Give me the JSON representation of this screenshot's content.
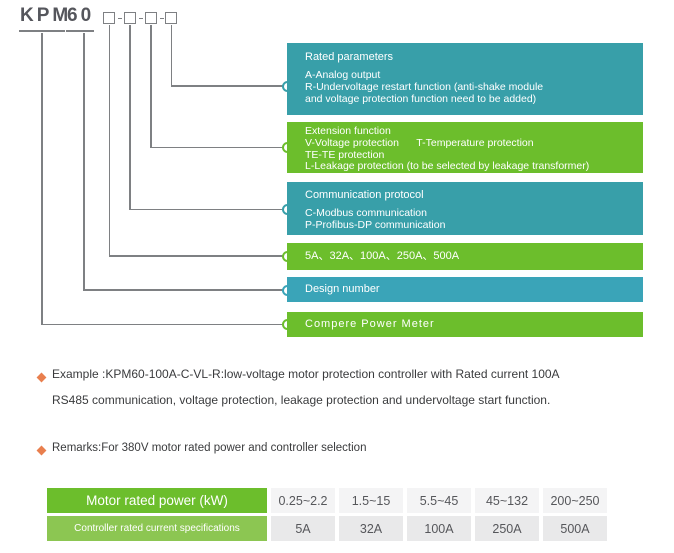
{
  "colors": {
    "teal": "#389fa9",
    "teal_light": "#3aa4b8",
    "green": "#6cbe2c",
    "green_light": "#8cc652",
    "line_gray": "#7e8083",
    "orange": "#e97f4e",
    "title_gray": "#55565c",
    "text_dark": "#3a3b3d",
    "cell_text": "#56575b"
  },
  "model_code": {
    "prefix": "KPM",
    "number": "60"
  },
  "boxes": [
    {
      "title": "Rated parameters",
      "lines": [
        "A-Analog output",
        "R-Undervoltage restart function (anti-shake module",
        "and voltage protection function need to be added)"
      ],
      "color": "#389fa9"
    },
    {
      "title": "Extension function",
      "lines": [
        "V-Voltage protection      T-Temperature protection",
        "TE-TE protection",
        "L-Leakage protection (to be selected by leakage transformer)"
      ],
      "color": "#6cbe2c"
    },
    {
      "title": "Communication protocol",
      "lines": [
        "C-Modbus communication",
        "P-Profibus-DP communication"
      ],
      "color": "#389fa9"
    },
    {
      "title": "5A、32A、100A、250A、500A",
      "lines": [],
      "color": "#6cbe2c"
    },
    {
      "title": "Design number",
      "lines": [],
      "color": "#3aa4b8"
    },
    {
      "title": "Compere Power Meter",
      "lines": [],
      "color": "#6cbe2c"
    }
  ],
  "example": {
    "line1": "Example :KPM60-100A-C-VL-R:low-voltage motor protection controller with Rated current 100A",
    "line2": "RS485 communication, voltage protection, leakage protection and undervoltage start function."
  },
  "remarks": "Remarks:For 380V motor rated power and controller selection",
  "table": {
    "row1_header": "Motor rated power (kW)",
    "row1_values": [
      "0.25~2.2",
      "1.5~15",
      "5.5~45",
      "45~132",
      "200~250"
    ],
    "row2_header": "Controller rated current specifications",
    "row2_values": [
      "5A",
      "32A",
      "100A",
      "250A",
      "500A"
    ]
  }
}
